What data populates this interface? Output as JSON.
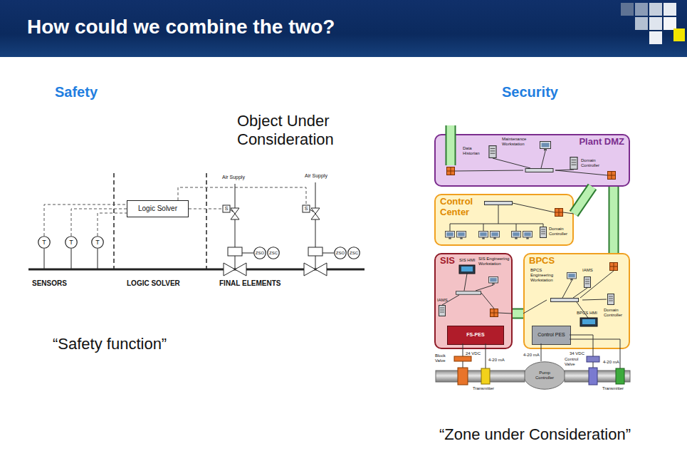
{
  "diagram": {
    "title": "How could we combine the two?",
    "nodes": [
      {
        "text": [
          "Logic Solver"
        ]
      },
      {
        "text": [
          "T"
        ]
      },
      {
        "text": [
          "T"
        ]
      },
      {
        "text": [
          "T"
        ]
      },
      {
        "text": [
          "ZSO"
        ]
      },
      {
        "text": [
          "ZSC"
        ]
      },
      {
        "text": [
          "ZSO"
        ]
      },
      {
        "text": [
          "ZSC"
        ]
      },
      {
        "text": [
          "Plant DMZ"
        ]
      },
      {
        "text": [
          "Control Center"
        ]
      },
      {
        "text": [
          "SIS"
        ]
      },
      {
        "text": [
          "FS-PES"
        ],
        "in": 10
      },
      {
        "text": [
          "BPCS"
        ]
      },
      {
        "text": [
          "Control PES"
        ],
        "in": 12
      },
      {
        "text": [
          "Pump Controller"
        ]
      }
    ],
    "edges": [
      {
        "from": 1,
        "to": 0,
        "arrow": "none"
      },
      {
        "from": 2,
        "to": 0,
        "arrow": "none"
      },
      {
        "from": 3,
        "to": 0,
        "arrow": "none"
      },
      {
        "from": 9,
        "to": 8,
        "arrow": "none"
      },
      {
        "from": 10,
        "to": 12,
        "arrow": "none"
      },
      {
        "from": 12,
        "to": 8,
        "arrow": "none"
      }
    ],
    "labels": [
      "Safety",
      "Security",
      "Object Under Consideration",
      "Air Supply",
      "Air Supply",
      "S",
      "S",
      "SENSORS",
      "LOGIC SOLVER",
      "FINAL ELEMENTS",
      "“Safety function”",
      "Data Historian",
      "Maintenance Workstation",
      "Domain Controller",
      "Domain Controller",
      "SIS HMI",
      "SIS Engineering Workstation",
      "IAMS",
      "BPCS Engineering Workstation",
      "IAMS",
      "Domain Controller",
      "BPCS HMI",
      "24 VDC",
      "4-20 mA",
      "Block Valve",
      "Transmitter",
      "4-20 mA",
      "34 VDC",
      "Control Valve",
      "4-20 mA",
      "Transmitter",
      "“Zone under Consideration”"
    ]
  }
}
